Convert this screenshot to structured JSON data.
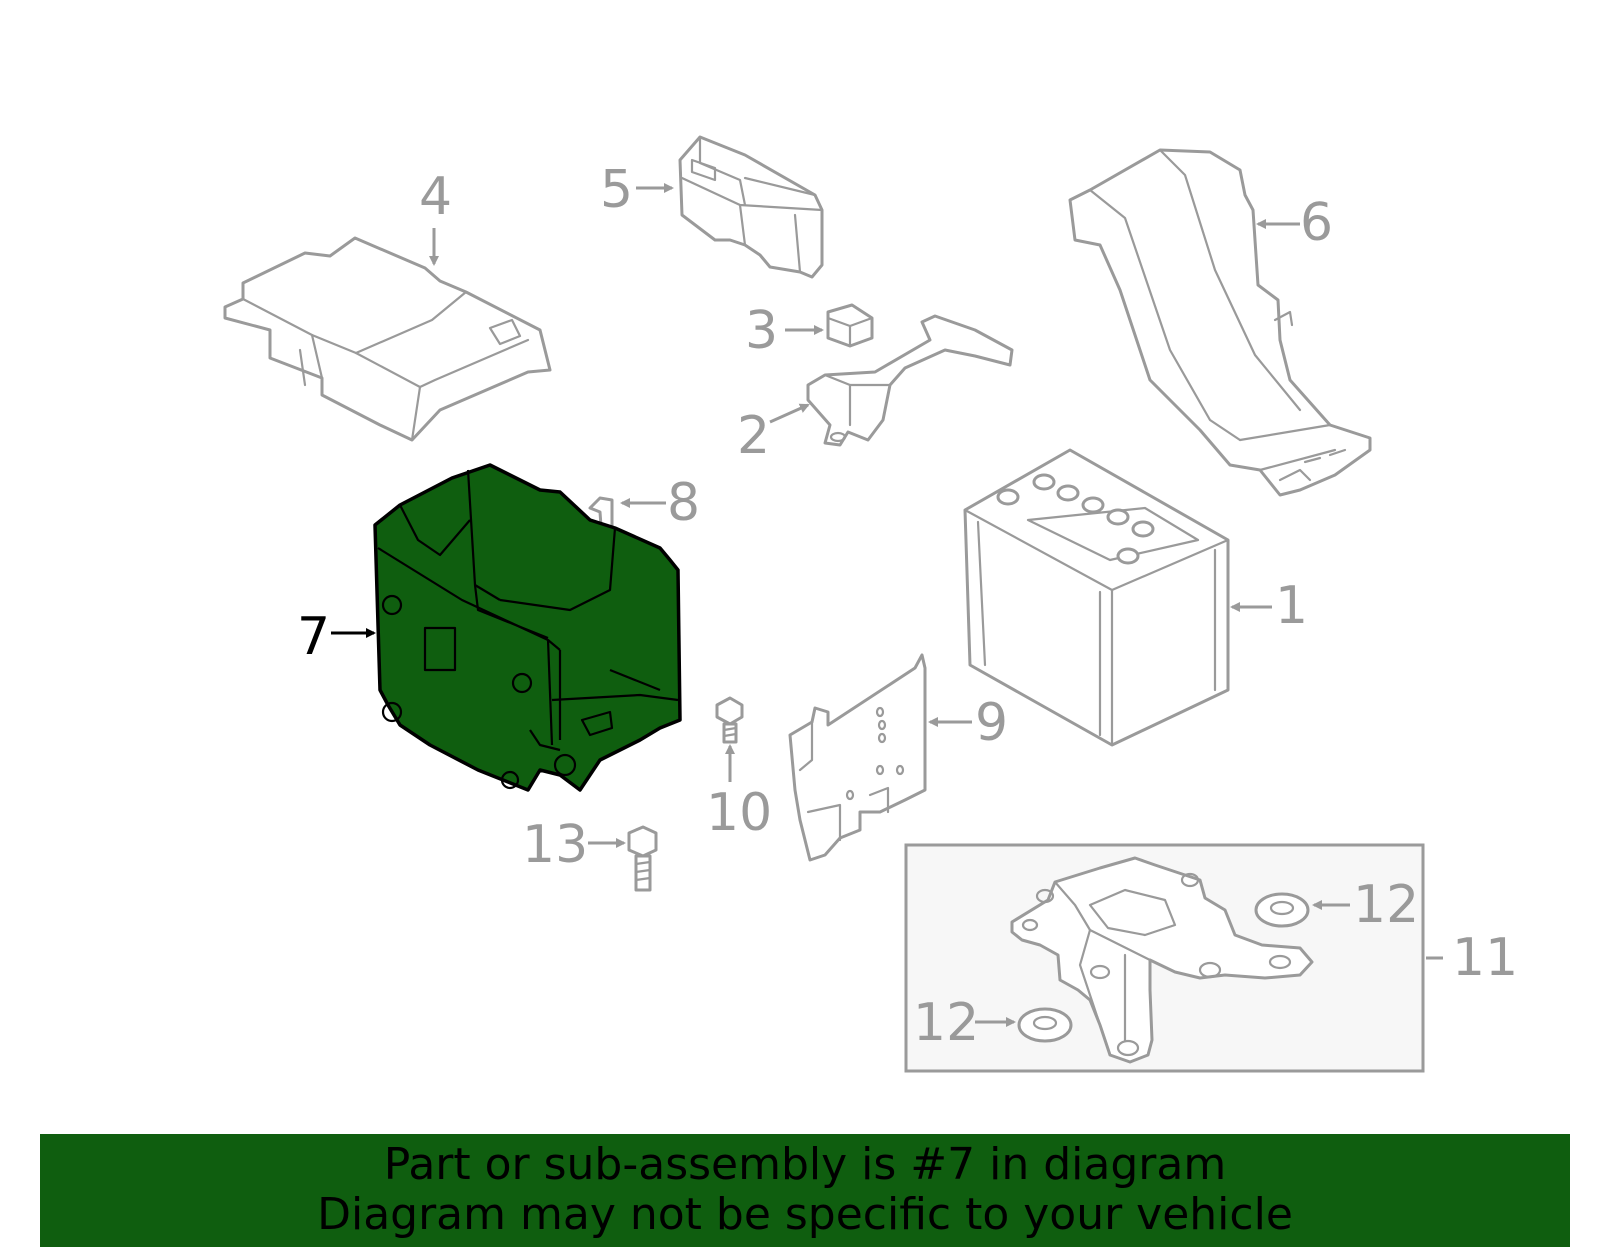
{
  "callouts": {
    "c1": "1",
    "c2": "2",
    "c3": "3",
    "c4": "4",
    "c5": "5",
    "c6": "6",
    "c7": "7",
    "c8": "8",
    "c9": "9",
    "c10": "10",
    "c11": "11",
    "c12a": "12",
    "c12b": "12",
    "c13": "13"
  },
  "highlighted_part": "7",
  "banner": {
    "line1": "Part or sub-assembly is #7 in diagram",
    "line2": "Diagram may not be specific to your vehicle"
  },
  "colors": {
    "highlight": "#0f5e0f",
    "outline": "#9a9a9a",
    "highlight_label": "#000000"
  }
}
